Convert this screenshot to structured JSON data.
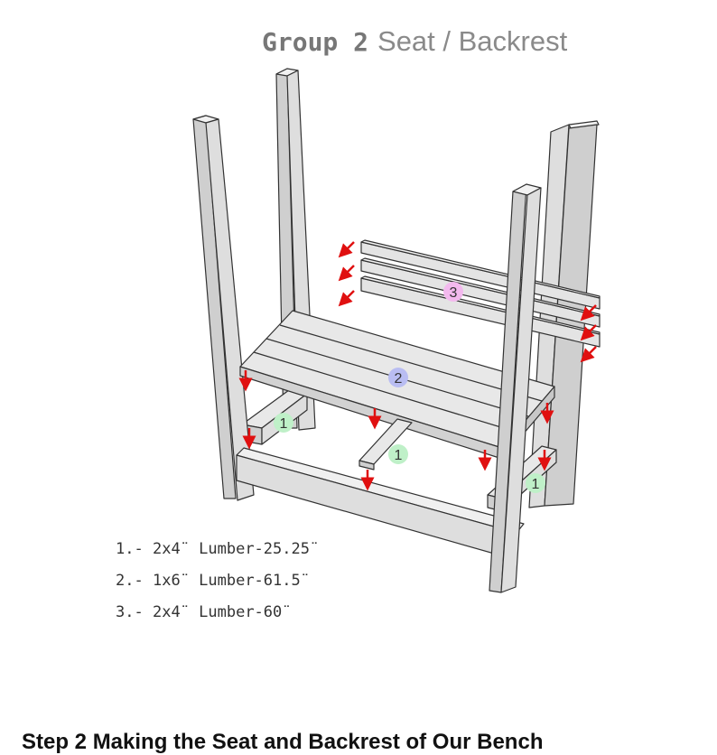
{
  "title": {
    "group": "Group 2",
    "subtitle": "Seat / Backrest"
  },
  "callouts": [
    {
      "number": "1",
      "color": "#bff0c8"
    },
    {
      "number": "2",
      "color": "#b9bdf2"
    },
    {
      "number": "3",
      "color": "#f3b9ee"
    }
  ],
  "parts_list": [
    {
      "number": "1.-",
      "text": "2x4¨ Lumber-25.25¨"
    },
    {
      "number": "2.-",
      "text": "1x6¨ Lumber-61.5¨"
    },
    {
      "number": "3.-",
      "text": "2x4¨ Lumber-60¨"
    }
  ],
  "footer_text": "Step 2 Making the Seat and Backrest of Our Bench",
  "colors": {
    "lumber": "#dedede",
    "outline": "#333333",
    "arrow": "#e01010"
  }
}
